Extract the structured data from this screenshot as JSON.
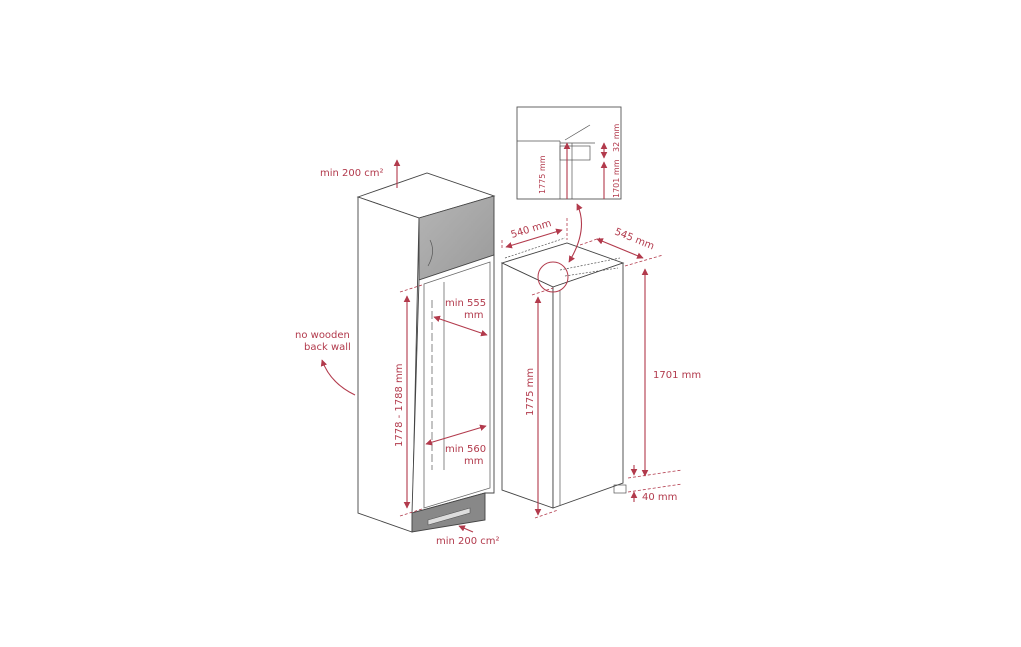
{
  "labels": {
    "vent_top": "min 200 cm²",
    "vent_bottom": "min 200 cm²",
    "no_back_wall_line1": "no wooden",
    "no_back_wall_line2": "back wall",
    "niche_height": "1778 - 1788 mm",
    "min_width_top_line1": "min 555",
    "min_width_top_line2": "mm",
    "min_width_bottom_line1": "min 560",
    "min_width_bottom_line2": "mm",
    "fridge_width": "540 mm",
    "fridge_depth": "545 mm",
    "fridge_height": "1775 mm",
    "door_height": "1701 mm",
    "bottom_gap": "40 mm"
  },
  "detail_inset": {
    "height_total": "1775 mm",
    "height_door": "1701 mm",
    "top_gap": "32 mm"
  },
  "colors": {
    "accent": "#b23a4c",
    "line": "#444444",
    "door_panel": "#a8a8a8"
  }
}
